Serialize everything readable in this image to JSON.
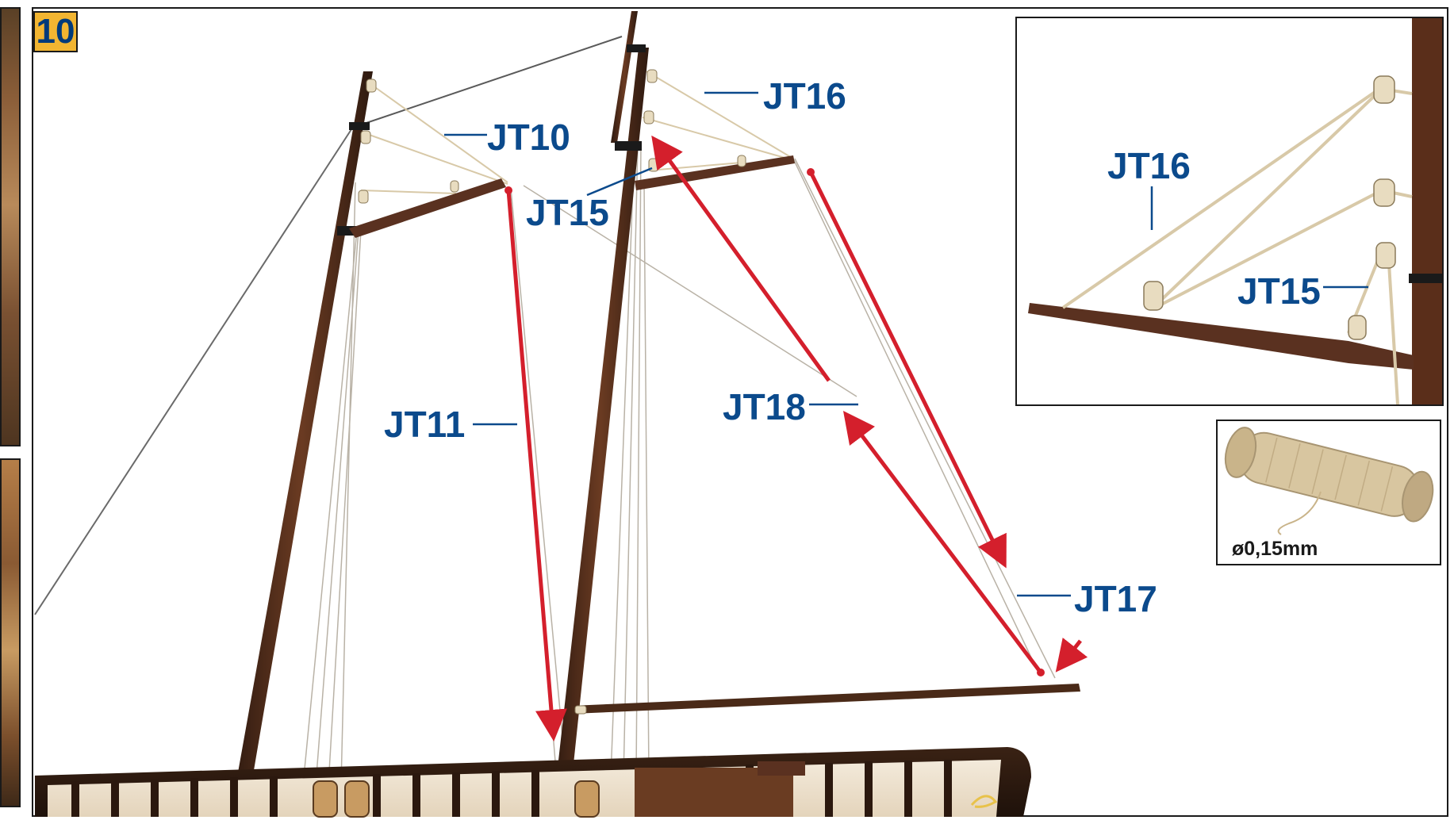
{
  "step_number": "10",
  "labels": {
    "jt10": "JT10",
    "jt11": "JT11",
    "jt15": "JT15",
    "jt16": "JT16",
    "jt17": "JT17",
    "jt18": "JT18"
  },
  "inset_labels": {
    "jt16": "JT16",
    "jt15": "JT15"
  },
  "spool_caption": "ø0,15mm",
  "colors": {
    "label_blue": "#0b4a8c",
    "arrow_red": "#d41f2c",
    "step_badge": "#f2b531",
    "wood_dark": "#4a2a18",
    "thread": "#d8c9a8"
  }
}
